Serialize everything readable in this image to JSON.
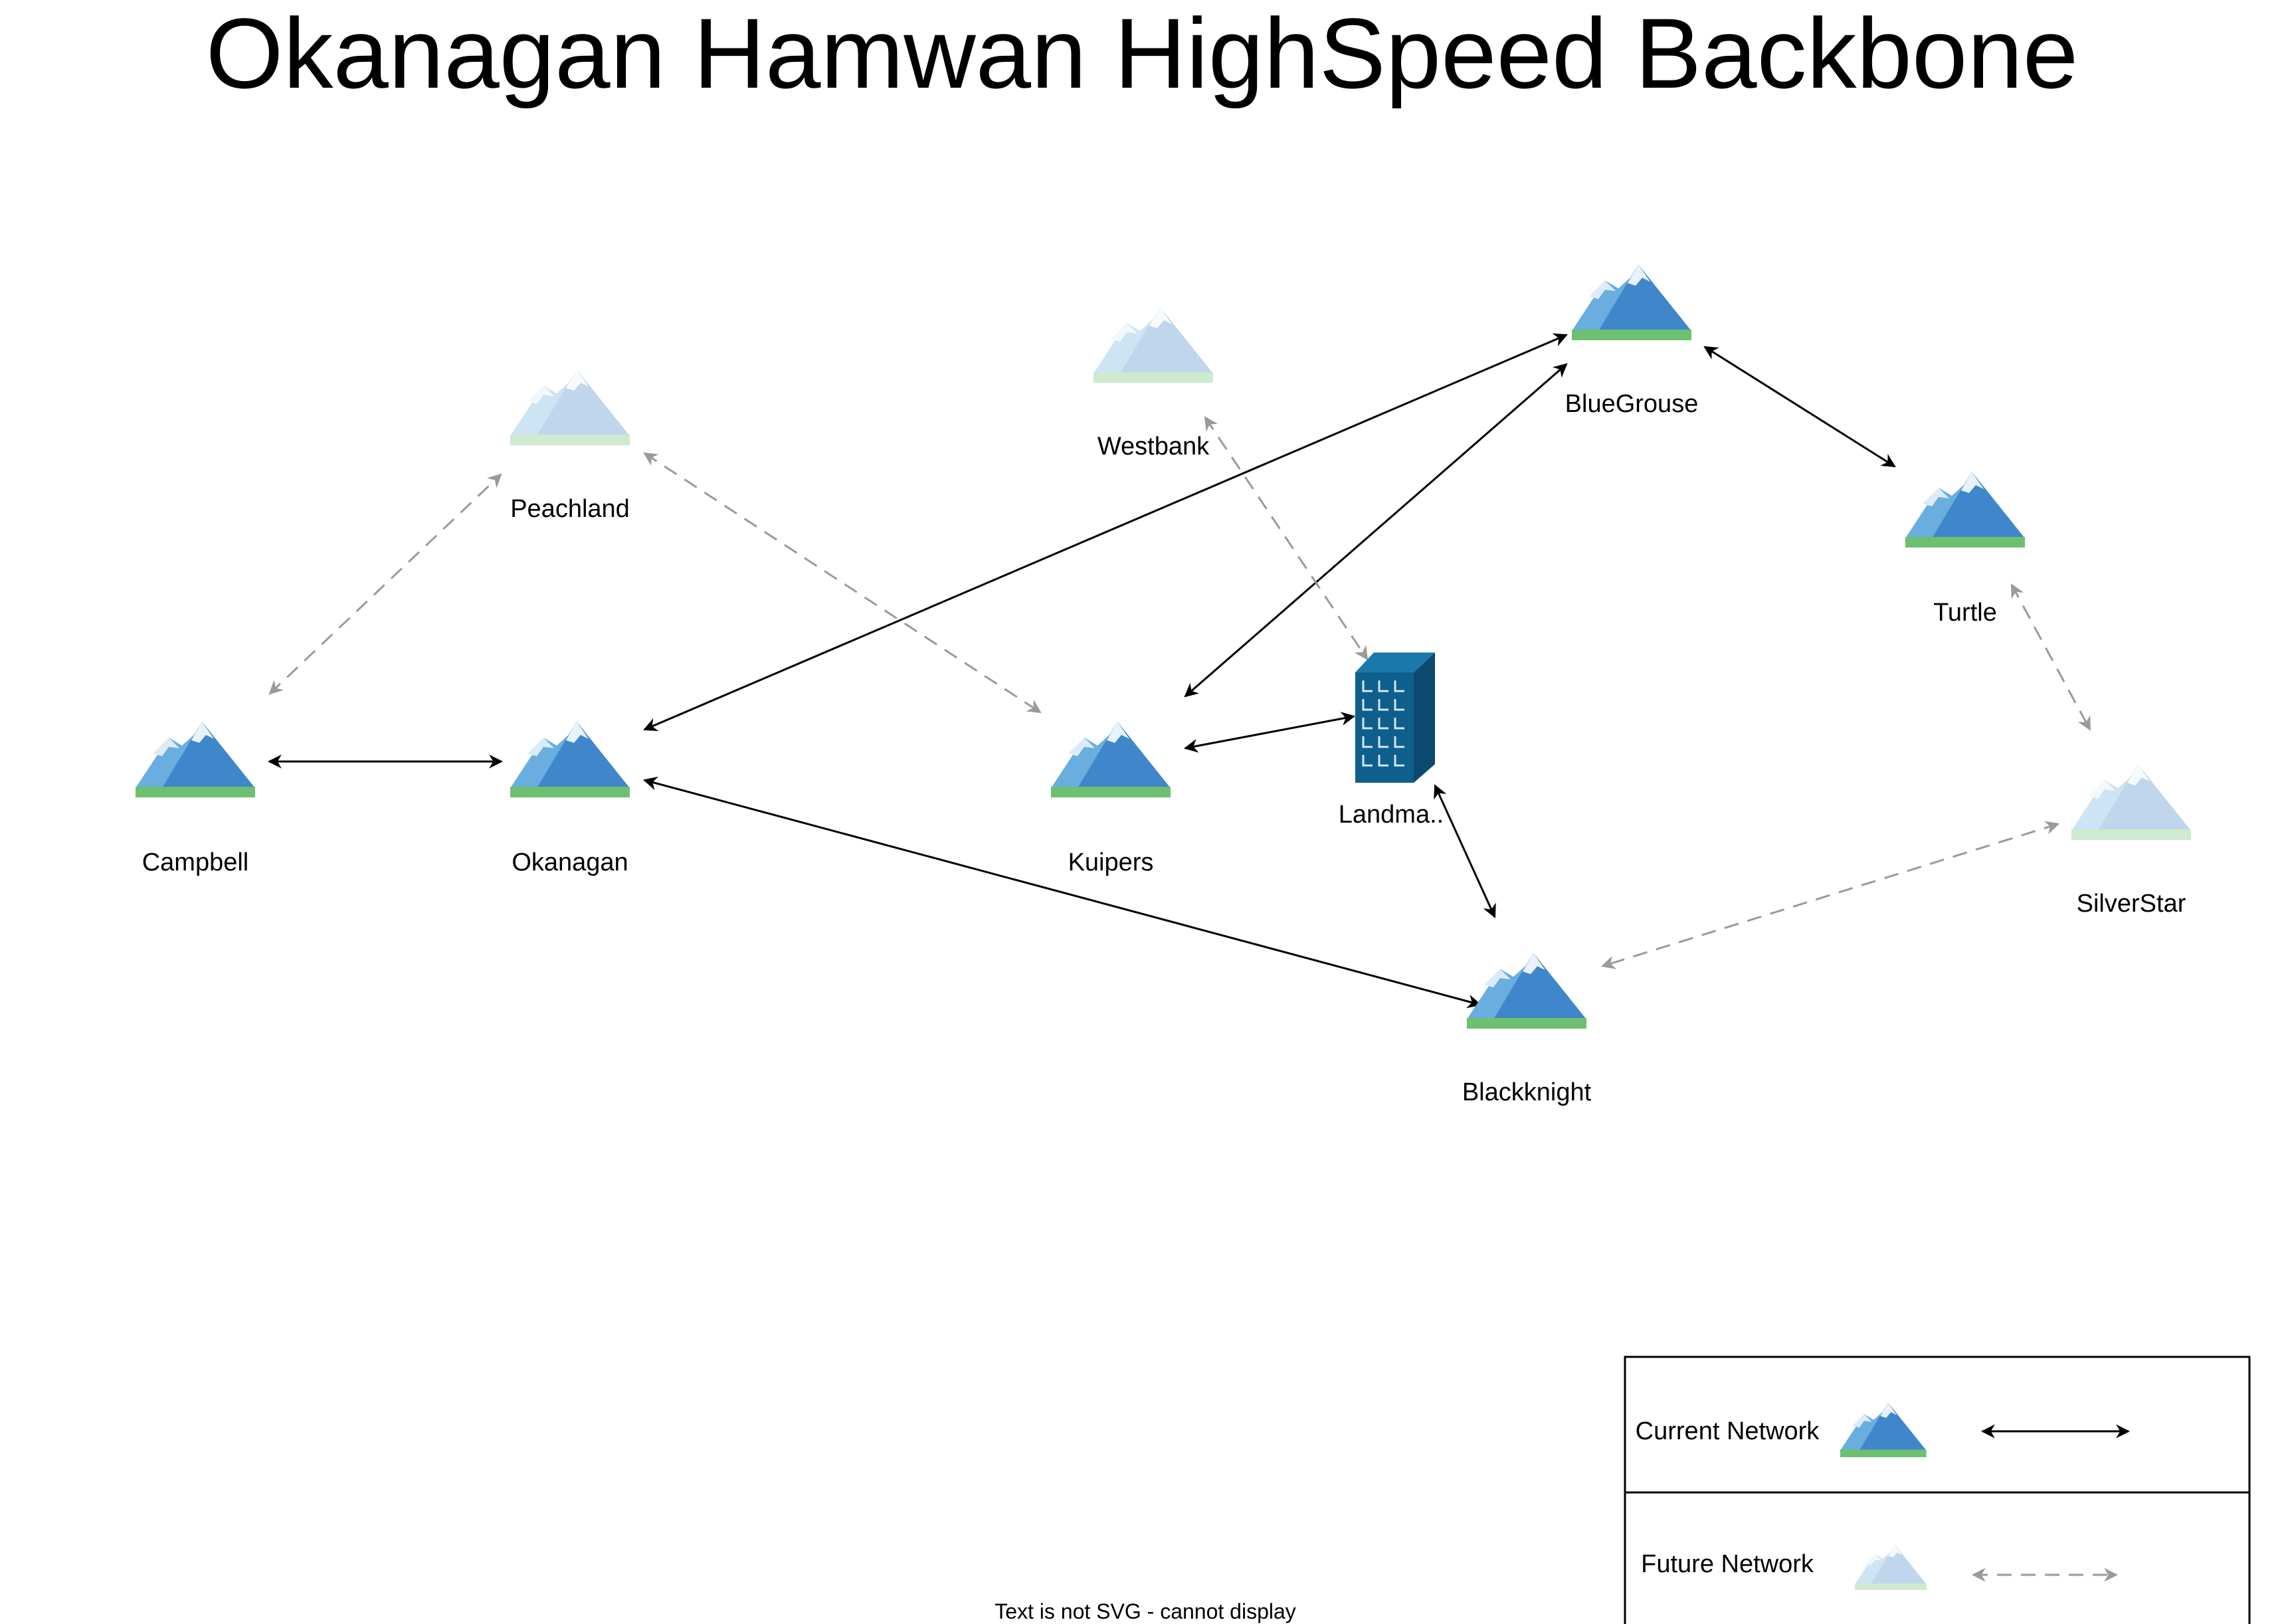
{
  "title": "Okanagan Hamwan HighSpeed Backbone",
  "nodes": {
    "campbell": "Campbell",
    "okanagan": "Okanagan",
    "peachland": "Peachland",
    "westbank": "Westbank",
    "kuipers": "Kuipers",
    "landmark": "Landma..",
    "bluegrouse": "BlueGrouse",
    "turtle": "Turtle",
    "silverstar": "SilverStar",
    "blackknight": "Blackknight"
  },
  "legend": {
    "current_label": "Current Network",
    "future_label": "Future Network"
  },
  "footer_text": "Text is not SVG - cannot display",
  "colors": {
    "mountain_dark": "#4a90cf",
    "mountain_light": "#6aaee0",
    "snow": "#dcebf7",
    "grass": "#6cc070",
    "building": "#0f5f8c",
    "current_link": "#000000",
    "future_link": "#9a9a9a"
  }
}
